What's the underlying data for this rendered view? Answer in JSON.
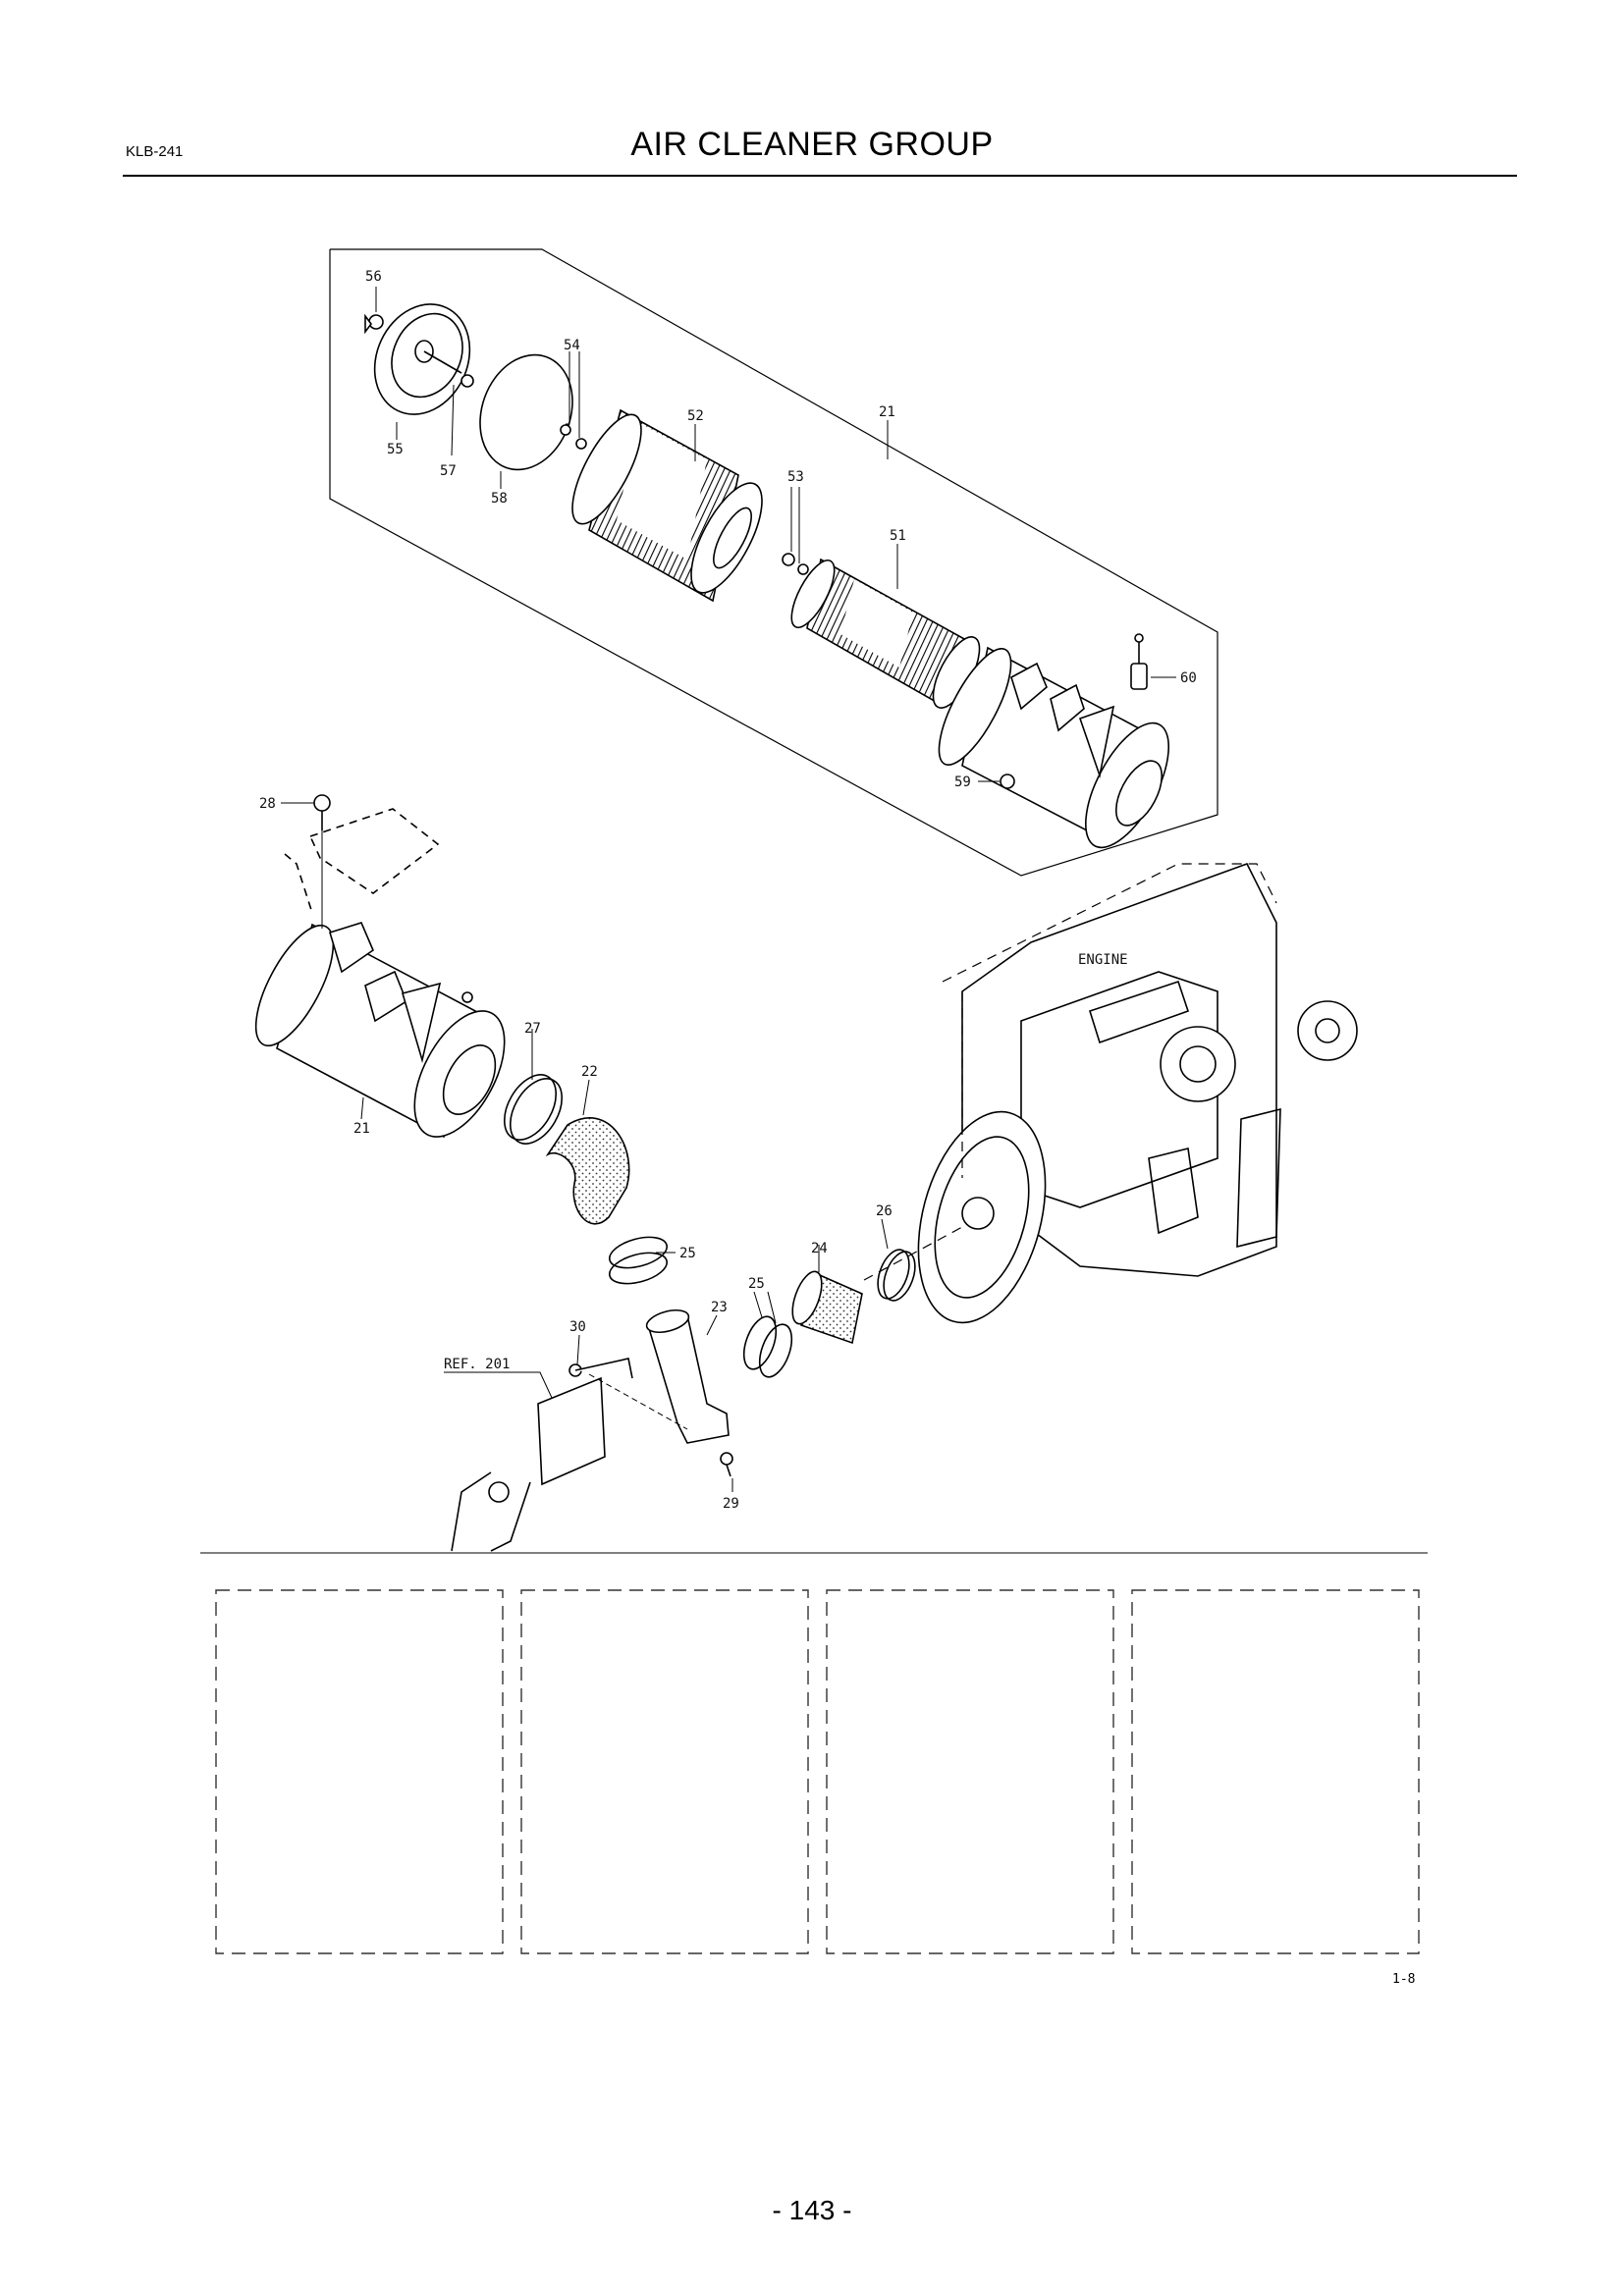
{
  "header": {
    "code": "KLB-241",
    "title": "AIR CLEANER GROUP"
  },
  "diagram": {
    "engine_label": "ENGINE",
    "ref_label": "REF. 201",
    "callouts": [
      "56",
      "54",
      "21",
      "52",
      "53",
      "51",
      "55",
      "57",
      "58",
      "60",
      "59",
      "28",
      "27",
      "22",
      "21",
      "26",
      "25",
      "24",
      "25",
      "23",
      "30",
      "29"
    ]
  },
  "legend": {
    "panel_count": 4
  },
  "figure_code": "1-8",
  "page_number": "- 143 -"
}
